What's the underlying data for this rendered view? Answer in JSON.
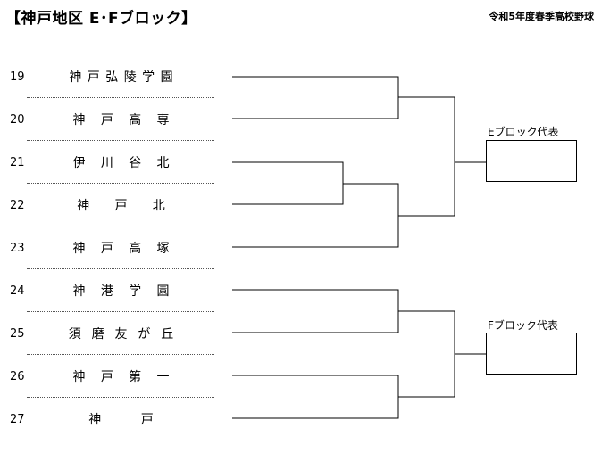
{
  "header": {
    "title": "【神戸地区 E･Fブロック】",
    "subtitle": "令和5年度春季高校野球"
  },
  "teams": [
    {
      "num": "19",
      "name": "神 戸 弘 陵 学 園"
    },
    {
      "num": "20",
      "name": "神   戸   高   専"
    },
    {
      "num": "21",
      "name": "伊   川   谷   北"
    },
    {
      "num": "22",
      "name": "神     戸     北"
    },
    {
      "num": "23",
      "name": "神   戸   高   塚"
    },
    {
      "num": "24",
      "name": "神   港   学   園"
    },
    {
      "num": "25",
      "name": "須  磨  友  が  丘"
    },
    {
      "num": "26",
      "name": "神   戸   第   一"
    },
    {
      "num": "27",
      "name": "神        戸"
    }
  ],
  "blocks": [
    {
      "label": "Eブロック代表"
    },
    {
      "label": "Fブロック代表"
    }
  ]
}
